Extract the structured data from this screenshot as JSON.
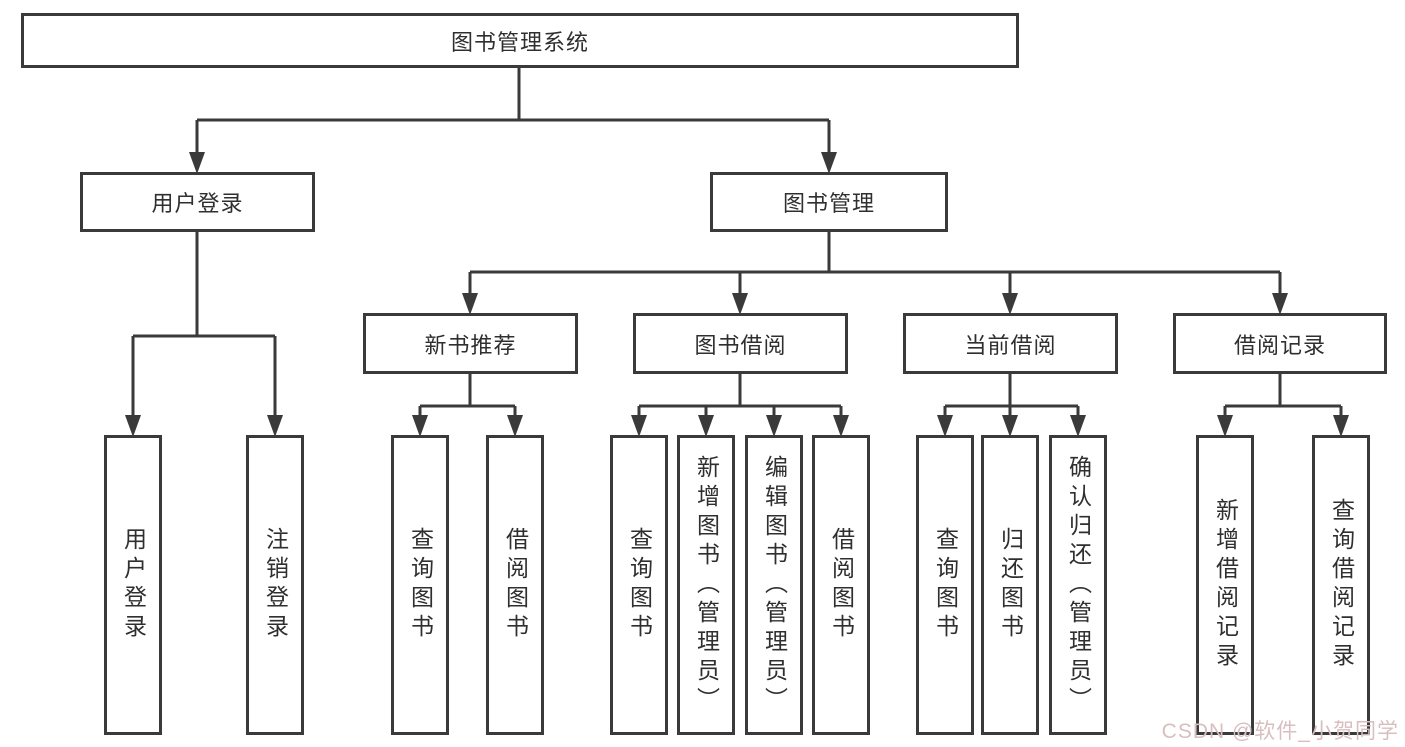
{
  "tree": {
    "root": "图书管理系统",
    "level2": [
      {
        "label": "用户登录",
        "leaves": [
          "用户登录",
          "注销登录"
        ]
      },
      {
        "label": "图书管理",
        "children": [
          {
            "label": "新书推荐",
            "leaves": [
              "查询图书",
              "借阅图书"
            ]
          },
          {
            "label": "图书借阅",
            "leaves": [
              "查询图书",
              "新增图书（管理员）",
              "编辑图书（管理员）",
              "借阅图书"
            ]
          },
          {
            "label": "当前借阅",
            "leaves": [
              "查询图书",
              "归还图书",
              "确认归还（管理员）"
            ]
          },
          {
            "label": "借阅记录",
            "leaves": [
              "新增借阅记录",
              "查询借阅记录"
            ]
          }
        ]
      }
    ]
  },
  "watermark": {
    "text": "CSDN @软件_小贺同学"
  },
  "colors": {
    "line": "#3a3a3a",
    "box_border": "#3a3a3a",
    "box_fill": "#ffffff",
    "text": "#2f2f2f",
    "watermark": "#d8bfbf"
  }
}
